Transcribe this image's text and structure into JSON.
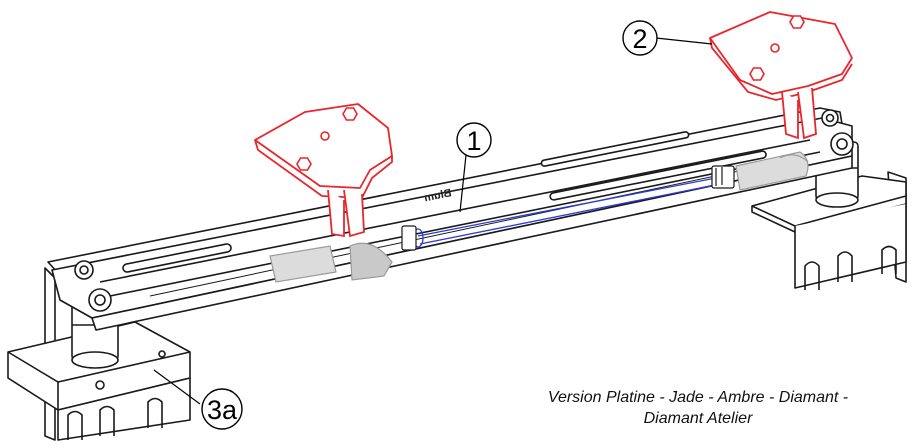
{
  "callouts": [
    {
      "label": "1"
    },
    {
      "label": "2"
    },
    {
      "label": "3a"
    }
  ],
  "caption": {
    "line1": "Version Platine - Jade - Ambre - Diamant -",
    "line2": "Diamant Atelier"
  },
  "rail_mark": "Blum",
  "colors": {
    "outline": "#1a1a1a",
    "highlight": "#e8262b",
    "spring": "#2b3bd6",
    "plastic": "#c9c9c9"
  },
  "icons": [
    "hex-screw-icon",
    "pivot-bolt-icon"
  ]
}
